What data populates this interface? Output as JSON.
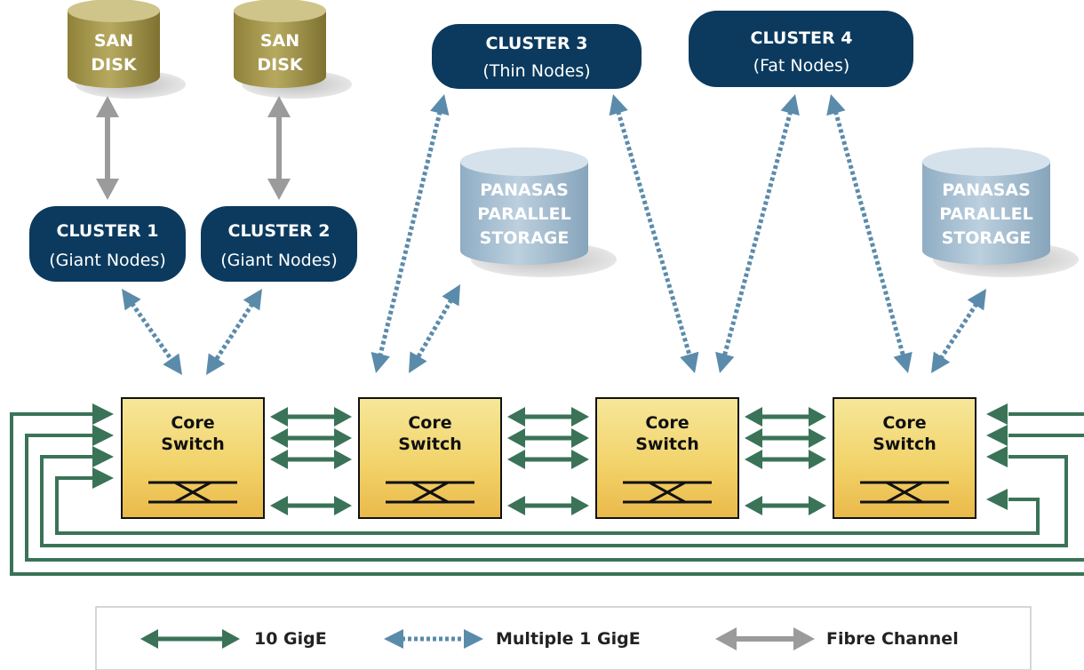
{
  "san_disks": [
    {
      "line1": "SAN",
      "line2": "DISK"
    },
    {
      "line1": "SAN",
      "line2": "DISK"
    }
  ],
  "clusters": [
    {
      "title": "CLUSTER 1",
      "subtitle": "(Giant Nodes)"
    },
    {
      "title": "CLUSTER 2",
      "subtitle": "(Giant Nodes)"
    },
    {
      "title": "CLUSTER 3",
      "subtitle": "(Thin Nodes)"
    },
    {
      "title": "CLUSTER 4",
      "subtitle": "(Fat Nodes)"
    }
  ],
  "storage": [
    {
      "line1": "PANASAS",
      "line2": "PARALLEL",
      "line3": "STORAGE"
    },
    {
      "line1": "PANASAS",
      "line2": "PARALLEL",
      "line3": "STORAGE"
    }
  ],
  "switches": [
    {
      "line1": "Core",
      "line2": "Switch"
    },
    {
      "line1": "Core",
      "line2": "Switch"
    },
    {
      "line1": "Core",
      "line2": "Switch"
    },
    {
      "line1": "Core",
      "line2": "Switch"
    }
  ],
  "legend": {
    "ten_gige": "10 GigE",
    "multi_gige": "Multiple 1 GigE",
    "fibre": "Fibre Channel"
  },
  "colors": {
    "navy": "#0b3a5e",
    "gold_disk": "#a89a4c",
    "blue_storage": "#a6c0d3",
    "switch_fill": "#f2d66e",
    "green_10gige": "#3a7357",
    "blue_1gige": "#5b8bab",
    "gray_fibre": "#9b9b9b"
  }
}
